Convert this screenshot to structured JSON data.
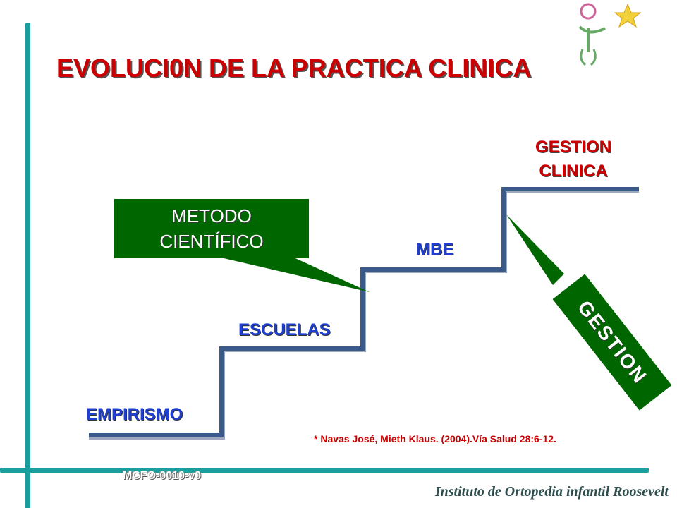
{
  "title": "EVOLUCI0N DE LA PRACTICA CLINICA",
  "steps": {
    "empirismo": "EMPIRISMO",
    "escuelas": "ESCUELAS",
    "mbe": "MBE",
    "gestion_clinica_line1": "GESTION",
    "gestion_clinica_line2": "CLINICA"
  },
  "callouts": {
    "metodo_line1": "METODO",
    "metodo_line2": "CIENTÍFICO",
    "gestion": "GESTION"
  },
  "citation": "* Navas José, Mieth Klaus. (2004).Vía Salud 28:6-12.",
  "footer": {
    "code": "MCFO-0010-v0",
    "institute": "Instituto de Ortopedia infantil Roosevelt"
  },
  "colors": {
    "title_red": "#cc0000",
    "step_blue": "#1f3fd0",
    "box_green": "#006600",
    "frame_teal": "#1a9e9e",
    "stair_navy": "#3a5a8a"
  },
  "icons": {
    "logo": "child-with-star-logo"
  }
}
